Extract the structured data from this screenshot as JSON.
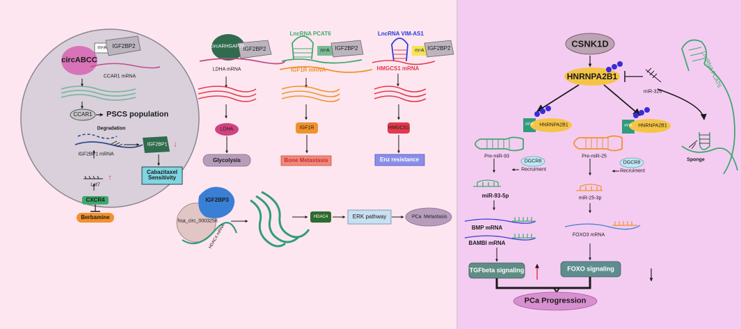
{
  "colors": {
    "left_panel": "#fde6ef",
    "right_panel": "#f4ccf1",
    "circle": "#d9d0dc",
    "teal": "#2f9c7c",
    "green": "#3ea86d",
    "orange": "#f0922d",
    "red": "#e23a4d",
    "pink": "#d873b8",
    "gold": "#f5c447",
    "hnrnp_blue": "#3a2bd6",
    "dgcr8": "#bfe7f3",
    "tgf_box": "#5f8d85",
    "foxo_box": "#5f8d8f",
    "pca_oval": "#d88fd0",
    "cabazitaxel": "#7fd5e2",
    "metastasis": "#b79dbc",
    "up_arrow": "#e23a4d"
  },
  "left": {
    "circabcc": {
      "circ_label": "circABCC",
      "m6a": "m⁶A",
      "igf2bp2": "IGF2BP2",
      "ccar1_mrna": "CCAR1 mRNA",
      "ccar1": "CCAR1",
      "pscs": "PSCS population",
      "degradation": "Degradation",
      "igf2bp1_mrna": "IGF2BP1 mRNA",
      "igf2bp1": "IGF2BP1",
      "down_arrow": "↓",
      "let7": "Let7",
      "up_arrow": "↑",
      "cabazitaxel": "Cabazitaxel Sensitivity",
      "cxcr4": "CXCR4",
      "berbamine": "Berbamine"
    },
    "glycolysis": {
      "circ": "circARHGAP29",
      "igf2bp2": "IGF2BP2",
      "mrna": "LDHA mRNA",
      "protein": "LDHA",
      "outcome": "Glycolysis"
    },
    "pcat6": {
      "title": "LncRNA PCAT6",
      "m6a": "m⁶A",
      "igf2bp2": "IGF2BP2",
      "mrna": "IGF1R mRNA",
      "protein": "IGF1R",
      "outcome": "Bone Metastasis"
    },
    "vim": {
      "title": "LncRNA VIM-AS1",
      "m6a": "m⁶A",
      "igf2bp2": "IGF2BP2",
      "mrna": "HMGCS1 mRNA",
      "protein": "HMGCS1",
      "outcome": "Enz resistance"
    },
    "bottom": {
      "igf2bp3": "IGF2BP3",
      "circ": "hsa_circ_0003258",
      "hdac4_mrna": "HDAC4 mRNA",
      "hdac4": "HDAC4",
      "erk": "ERK pathway",
      "pca": "PCa",
      "metastasis": "Metastasis"
    }
  },
  "right": {
    "csnk1d": "CSNK1D",
    "hnrnpa2b1_main": "HNRNPA2B1",
    "mir326": "miR-326",
    "lnc_pcat6": "LncRNA PCAT6",
    "sponge": "Sponge",
    "m6a": "m⁶A",
    "hnrnpa2b1_left": "HNRNPA2B1",
    "hnrnpa2b1_right": "HNRNPA2B1",
    "pre_mir93": "Pre-miR-93",
    "pre_mir25": "Pre-miR-25",
    "dgcr8_left": "DGCR8",
    "dgcr8_right": "DGCR8",
    "recruitment_left": "Recruiment",
    "recruitment_right": "Recruiment",
    "mir93": "miR-93-5p",
    "mir25": "miR-25-3p",
    "bmp": "BMP mRNA",
    "bambi": "BAMBI mRNA",
    "foxo3": "FOXO3 mRNA",
    "tgfbeta": "TGFbeta signaling",
    "foxo": "FOXO signaling",
    "up_arrow": "↑",
    "down_arrow": "↓",
    "pca_progression": "PCa Progression"
  }
}
